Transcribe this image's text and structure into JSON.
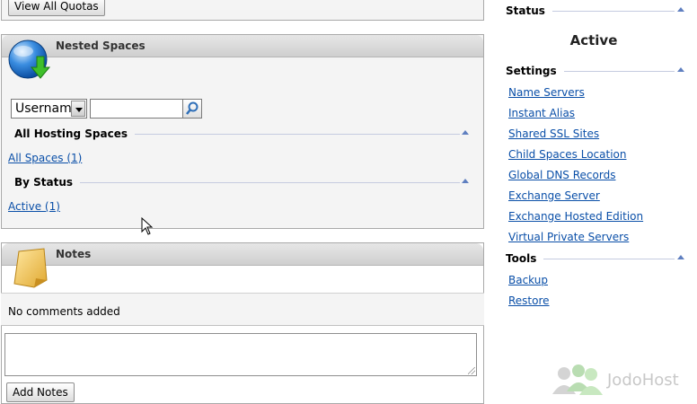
{
  "quotas": {
    "view_all_label": "View All Quotas"
  },
  "nested_spaces": {
    "title": "Nested Spaces",
    "search": {
      "select_value": "Username",
      "input_value": ""
    },
    "all_hosting_spaces": {
      "heading": "All Hosting Spaces",
      "link": "All Spaces (1)"
    },
    "by_status": {
      "heading": "By Status",
      "link": "Active (1)"
    }
  },
  "notes": {
    "title": "Notes",
    "empty_message": "No comments added",
    "textarea_value": "",
    "add_label": "Add Notes"
  },
  "sidebar": {
    "status": {
      "heading": "Status",
      "value": "Active"
    },
    "settings": {
      "heading": "Settings",
      "items": [
        "Name Servers",
        "Instant Alias",
        "Shared SSL Sites",
        "Child Spaces Location",
        "Global DNS Records",
        "Exchange Server",
        "Exchange Hosted Edition",
        "Virtual Private Servers"
      ]
    },
    "tools": {
      "heading": "Tools",
      "items": [
        "Backup",
        "Restore"
      ]
    }
  },
  "watermark": {
    "text": "JodoHost"
  },
  "icons": {
    "nested_spaces": "globe-download-icon",
    "notes": "notepad-icon",
    "search": "magnifier-icon",
    "collapse": "collapse-arrow-icon",
    "watermark": "users-icon"
  },
  "colors": {
    "link": "#0a4fa8",
    "divider": "#c5cbe0",
    "arrow": "#5f7fc0"
  }
}
